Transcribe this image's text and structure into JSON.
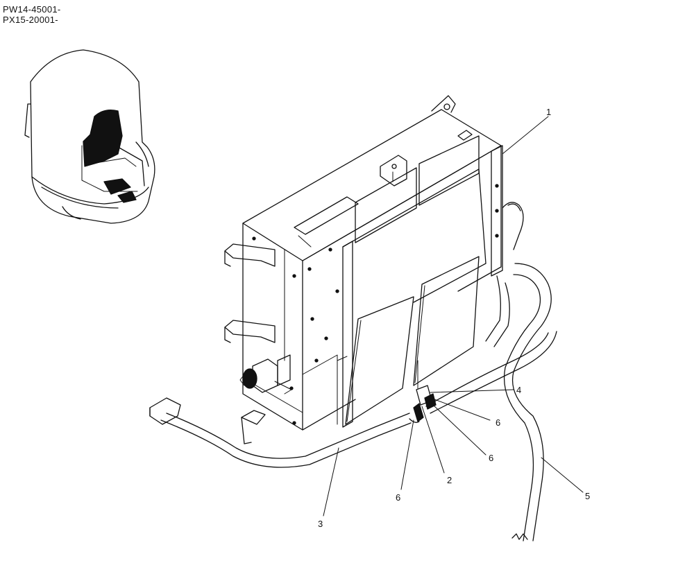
{
  "header": {
    "codes": [
      "PW14-45001-",
      "PX15-20001-"
    ]
  },
  "callouts": [
    {
      "id": "callout-1",
      "label": "1"
    },
    {
      "id": "callout-2",
      "label": "2"
    },
    {
      "id": "callout-3",
      "label": "3"
    },
    {
      "id": "callout-4",
      "label": "4"
    },
    {
      "id": "callout-5",
      "label": "5"
    },
    {
      "id": "callout-6a",
      "label": "6"
    },
    {
      "id": "callout-6b",
      "label": "6"
    },
    {
      "id": "callout-6c",
      "label": "6"
    }
  ]
}
